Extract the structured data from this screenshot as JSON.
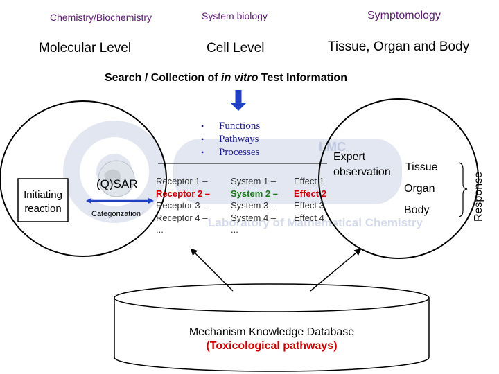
{
  "headers": {
    "chemistry": "Chemistry/Biochemistry",
    "system_biology": "System biology",
    "symptomology": "Symptomology",
    "molecular": "Molecular Level",
    "cell": "Cell  Level",
    "tissue_organ_body": "Tissue, Organ and  Body"
  },
  "search_title": {
    "prefix": "Search / Collection of ",
    "italic": "in vitro",
    "suffix": " Test Information"
  },
  "bullets": [
    "Functions",
    "Pathways",
    "Processes"
  ],
  "left": {
    "initiating_line1": "Initiating",
    "initiating_line2": "reaction",
    "qsar": "(Q)SAR",
    "categorization": "Categorization"
  },
  "receptors": [
    "Receptor 1 –",
    "Receptor 2 –",
    "Receptor  3 –",
    "Receptor  4 –",
    "..."
  ],
  "systems": [
    "System 1 –",
    "System 2 –",
    "System  3 –",
    "System  4 –",
    "..."
  ],
  "effects": [
    "Effect 1",
    "Effect 2",
    "Effect 3",
    "Effect 4"
  ],
  "right": {
    "expert_line1": "Expert",
    "expert_line2": "observation",
    "tissue": "Tissue",
    "organ": "Organ",
    "body": "Body",
    "response": "Response"
  },
  "database": {
    "line1": "Mechanism Knowledge Database",
    "line2": "(Toxicological pathways)"
  },
  "watermark": {
    "lmc": "LMC",
    "lab": "Laboratory of Mathematical Chemistry"
  },
  "colors": {
    "header_purple": "#5a1a6e",
    "arrow_blue": "#1f3fc4",
    "red": "#cc0000",
    "green": "#1a7a1a",
    "navy": "#1a1a8a"
  }
}
